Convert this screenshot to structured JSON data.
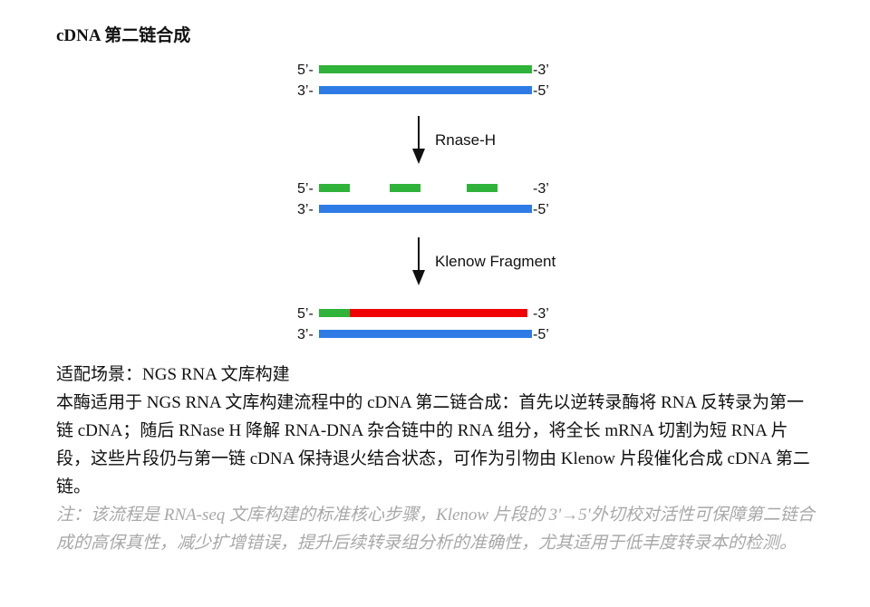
{
  "title": "cDNA 第二链合成",
  "diagram": {
    "label_5prime": "5’-",
    "label_3prime": "3’-",
    "label_end_3prime": "-3’",
    "label_end_5prime": "-5’",
    "step1": "Rnase-H",
    "step2": "Klenow Fragment",
    "colors": {
      "rna": "#2fb33a",
      "cdna": "#2e7be6",
      "second_strand": "#f00000",
      "arrow": "#111111"
    }
  },
  "scenario": "适配场景：NGS RNA 文库构建",
  "description": "本酶适用于 NGS RNA 文库构建流程中的 cDNA 第二链合成：首先以逆转录酶将 RNA 反转录为第一链 cDNA；随后 RNase H 降解 RNA-DNA 杂合链中的 RNA 组分，将全长 mRNA 切割为短 RNA 片段，这些片段仍与第一链 cDNA 保持退火结合状态，可作为引物由 Klenow 片段催化合成 cDNA 第二链。",
  "note": "注：该流程是 RNA-seq 文库构建的标准核心步骤，Klenow 片段的 3'→5'外切校对活性可保障第二链合成的高保真性，减少扩增错误，提升后续转录组分析的准确性，尤其适用于低丰度转录本的检测。"
}
